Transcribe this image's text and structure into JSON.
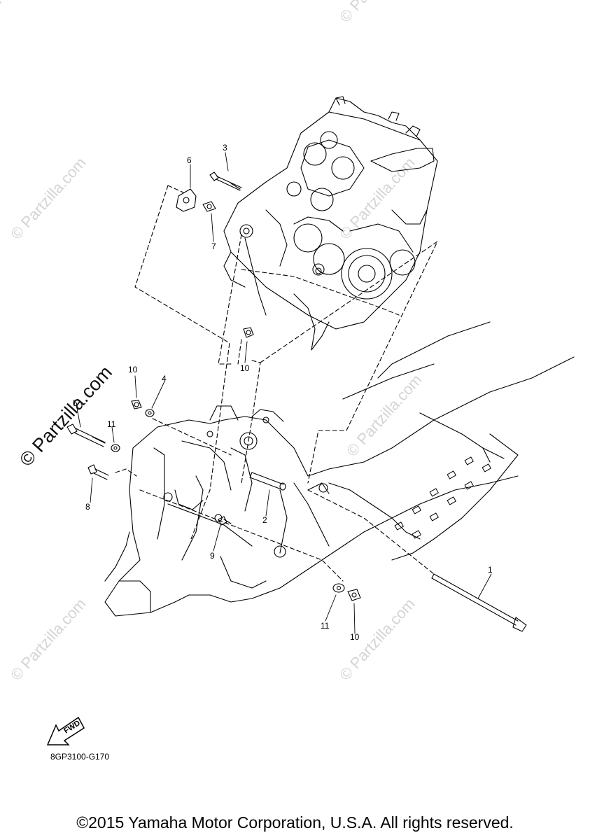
{
  "watermark": {
    "faint_text": "© Partzilla.com",
    "main_text": "© Partzilla.com"
  },
  "callouts": {
    "c1": "1",
    "c2": "2",
    "c3": "3",
    "c4": "4",
    "c5": "5",
    "c6": "6",
    "c7": "7",
    "c8": "8",
    "c9": "9",
    "c10a": "10",
    "c10b": "10",
    "c10c": "10",
    "c11a": "11",
    "c11b": "11"
  },
  "fwd_label": "FWD",
  "reference_code": "8GP3100-G170",
  "copyright": "©2015 Yamaha Motor Corporation, U.S.A. All rights reserved.",
  "colors": {
    "line": "#000000",
    "watermark": "#d4d4d4"
  }
}
